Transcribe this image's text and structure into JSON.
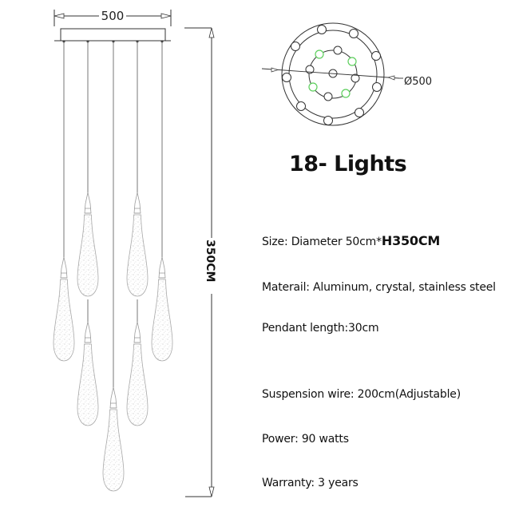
{
  "drawing": {
    "top_width_label": "500",
    "height_label": "350CM",
    "diameter_label": "Ø500",
    "canopy_wires": 5,
    "pendant_count_visible": 7,
    "highlight_color": "#5ccf5c",
    "line_color": "#333333"
  },
  "title": "18- Lights",
  "specs": [
    {
      "label": "Size: Diameter 50cm*",
      "value": "H350CM"
    },
    {
      "label": "Materail: Aluminum, crystal, stainless steel"
    },
    {
      "label": "Pendant length:30cm"
    },
    {
      "label": "Suspension wire: 200cm(Adjustable)"
    },
    {
      "label": "Power: 90 watts"
    },
    {
      "label": "Warranty: 3 years"
    }
  ]
}
